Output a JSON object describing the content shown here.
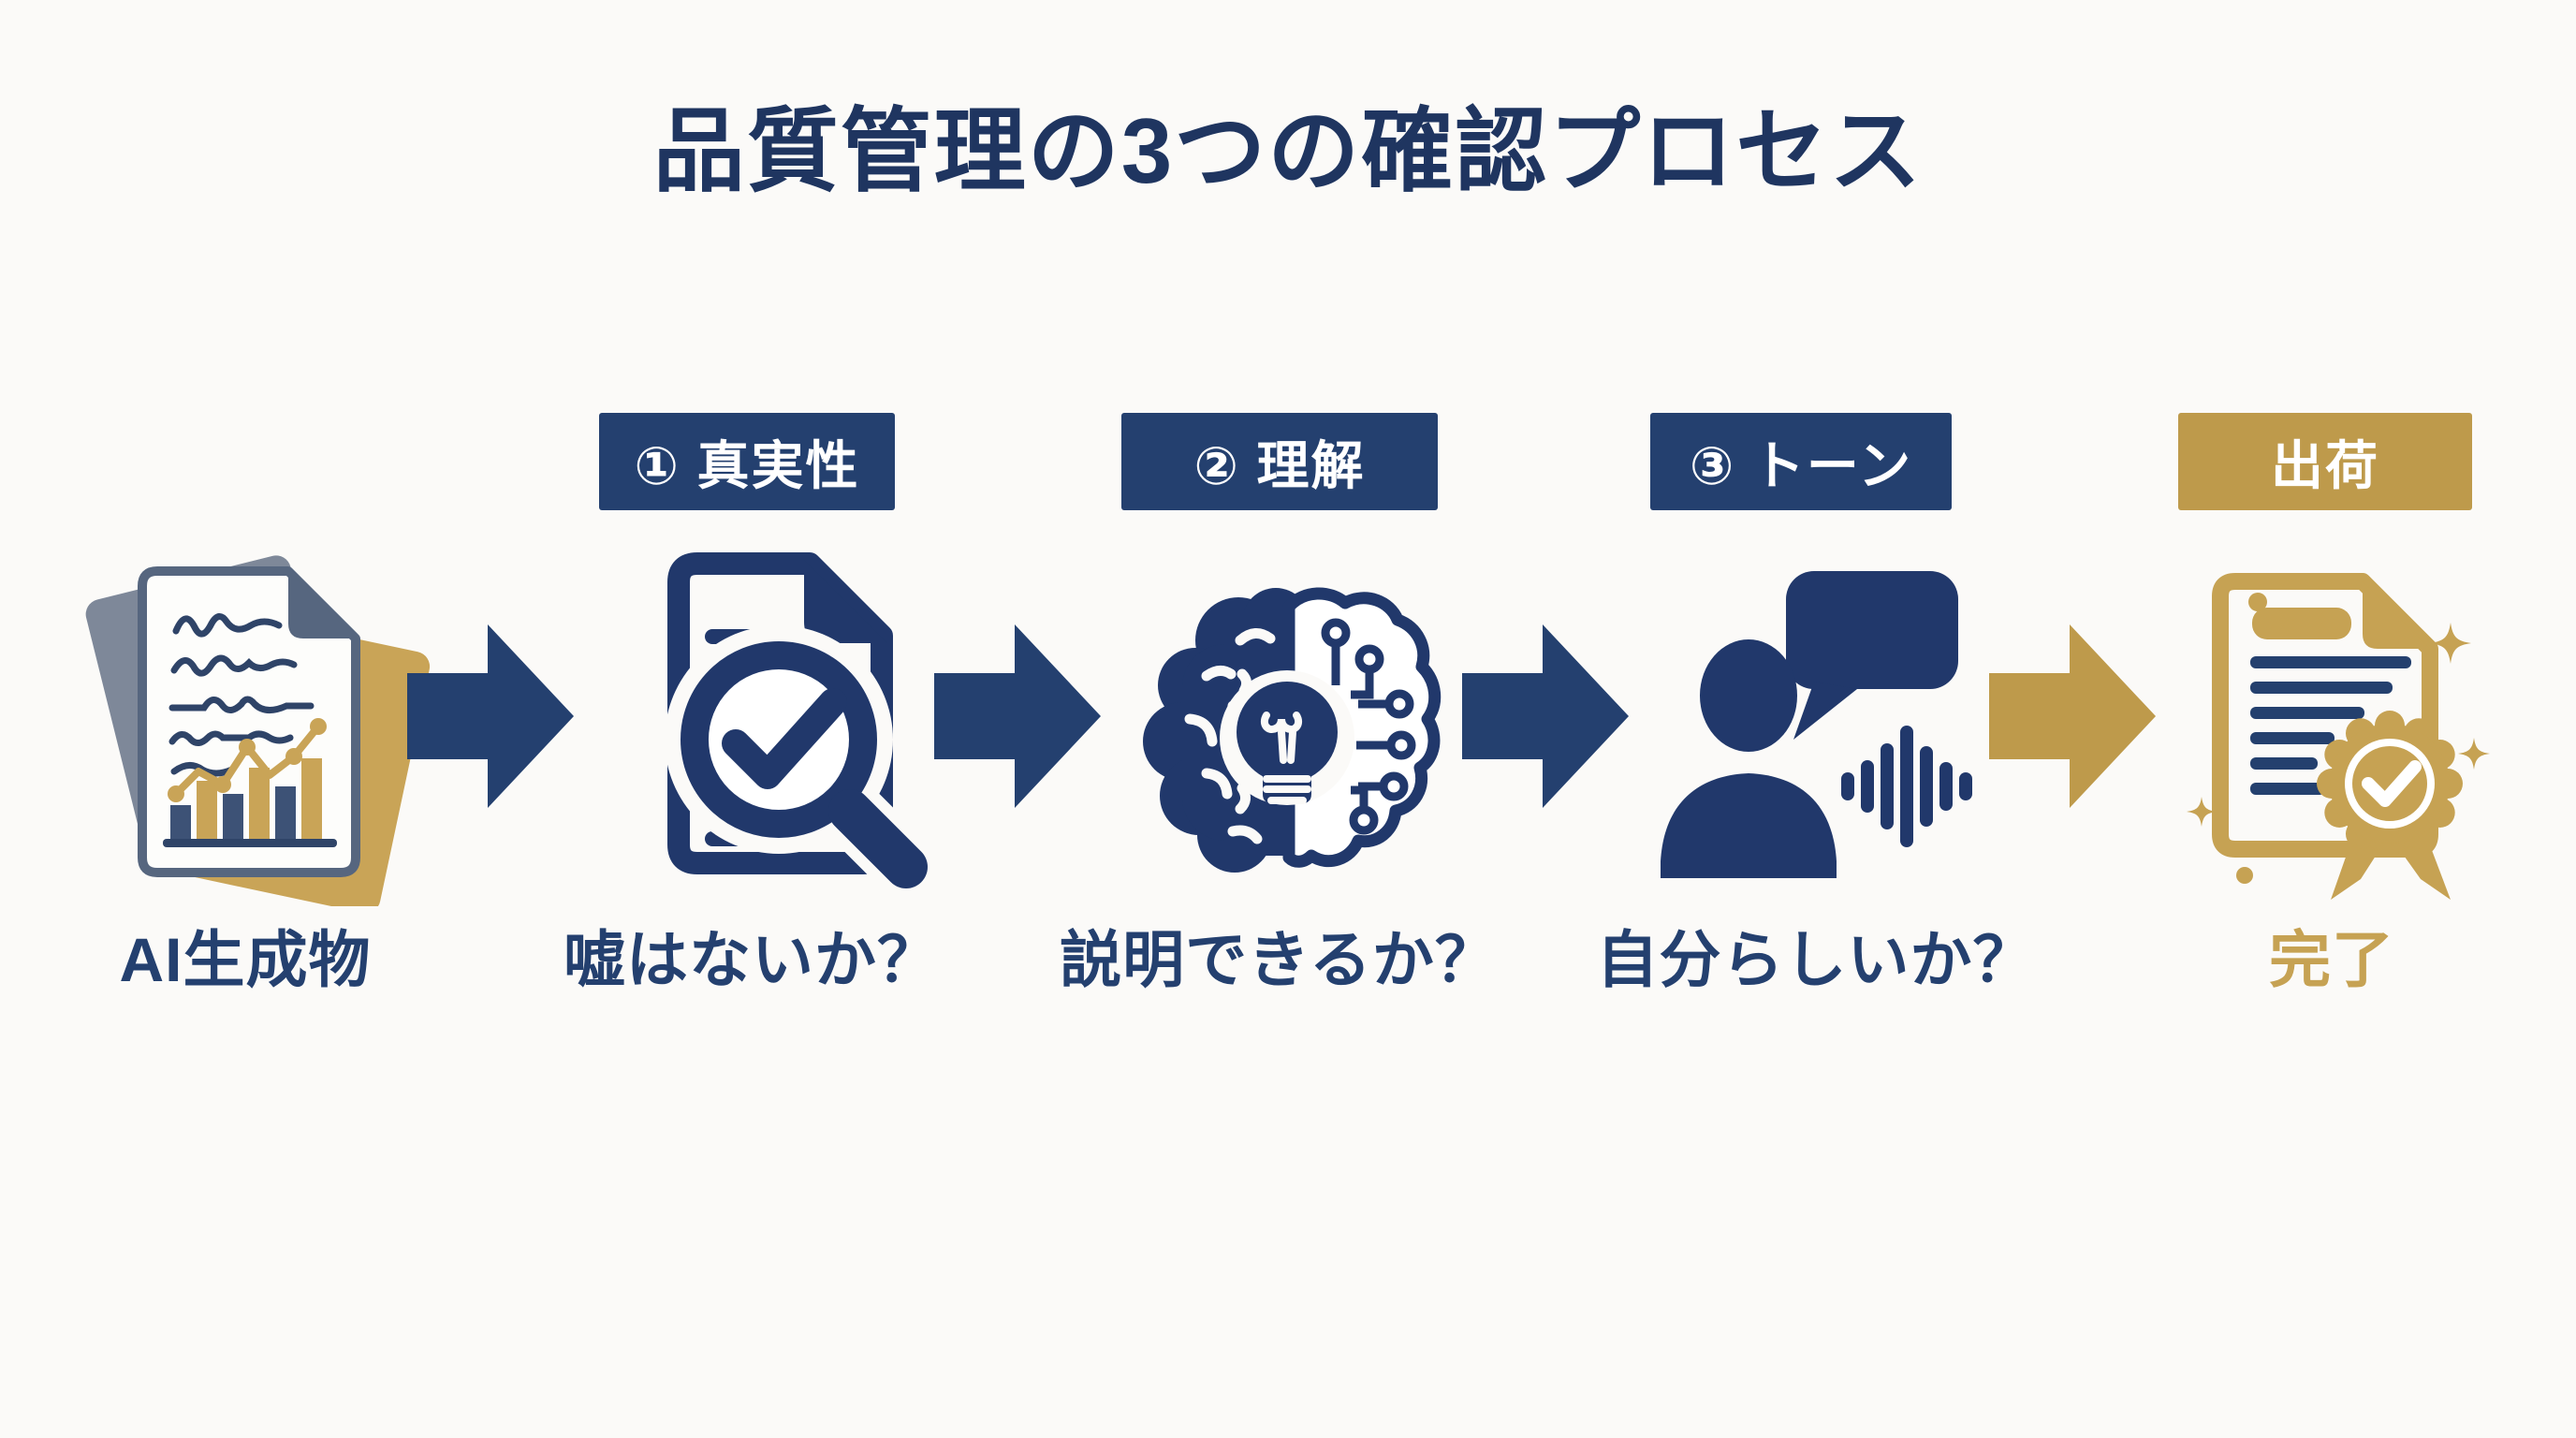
{
  "title": "品質管理の3つの確認プロセス",
  "colors": {
    "navy": "#24406F",
    "navy_dark": "#1F3560",
    "gold": "#BE9A4B",
    "gold_light": "#C9A457",
    "background": "#FBFAF8",
    "header_text": "#FFFFFF"
  },
  "stages": [
    {
      "header": "",
      "caption": "AI生成物",
      "icon": "ai-document-icon"
    },
    {
      "header": "① 真実性",
      "caption": "嘘はないか？",
      "icon": "document-check-magnifier-icon"
    },
    {
      "header": "② 理解",
      "caption": "説明できるか？",
      "icon": "brain-circuit-bulb-icon"
    },
    {
      "header": "③ トーン",
      "caption": "自分らしいか？",
      "icon": "person-speech-waveform-icon"
    },
    {
      "header": "出荷",
      "caption": "完了",
      "icon": "certificate-badge-icon",
      "accent": "gold"
    }
  ],
  "arrows": [
    {
      "color": "navy"
    },
    {
      "color": "navy"
    },
    {
      "color": "navy"
    },
    {
      "color": "gold"
    }
  ]
}
